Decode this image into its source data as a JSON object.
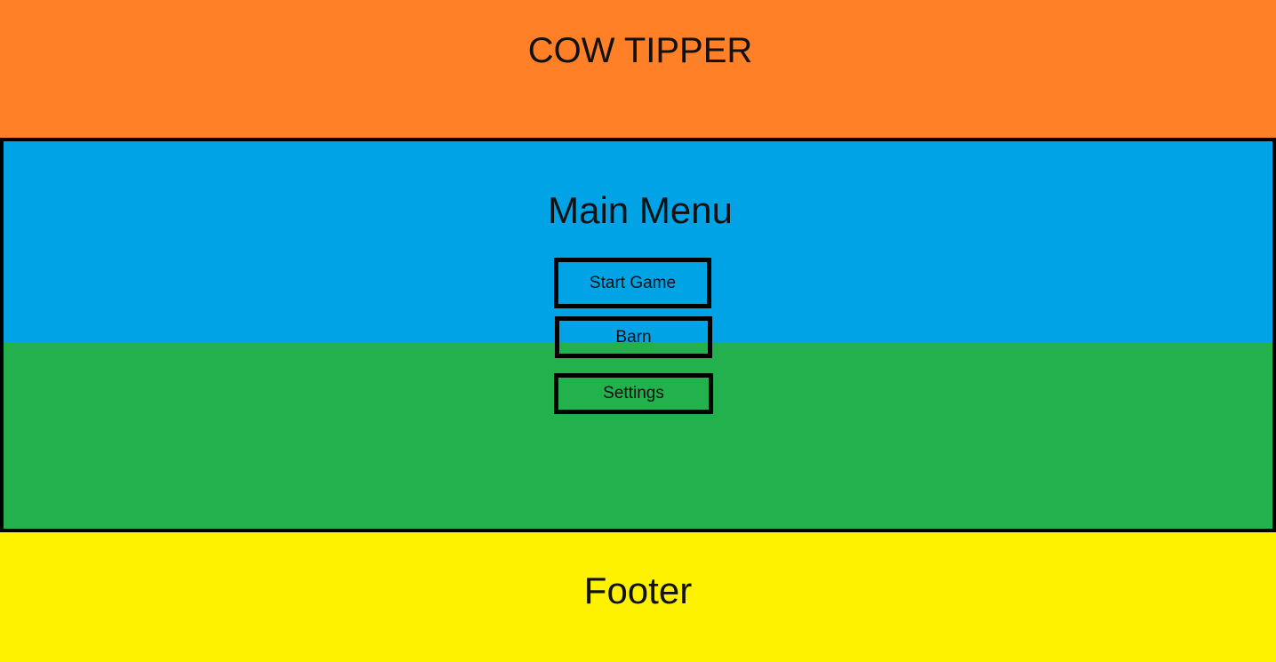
{
  "header": {
    "title": "COW TIPPER",
    "background_color": "#ff8027"
  },
  "game": {
    "sky_color": "#00a3e6",
    "grass_color": "#22b14c",
    "menu": {
      "title": "Main Menu",
      "buttons": [
        {
          "label": "Start Game"
        },
        {
          "label": "Barn"
        },
        {
          "label": "Settings"
        }
      ]
    }
  },
  "footer": {
    "text": "Footer",
    "background_color": "#fff200"
  }
}
